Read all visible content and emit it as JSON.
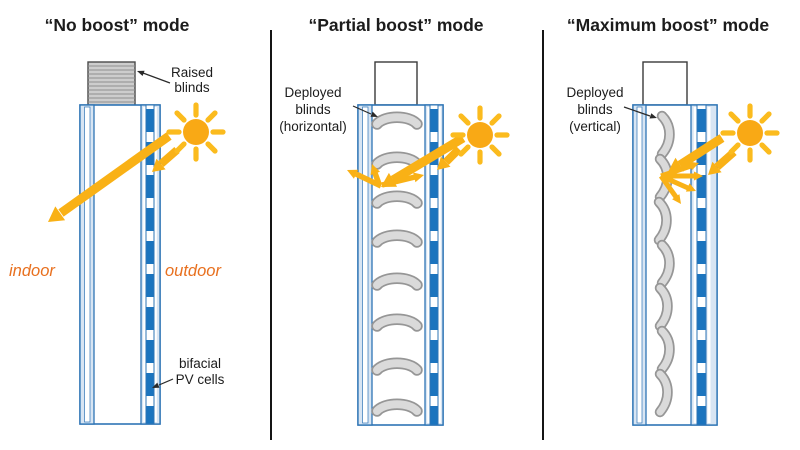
{
  "colors": {
    "frame_blue": "#2E74B5",
    "pv_blue": "#1B74BE",
    "glass_light_blue": "#D8E5F3",
    "sun_yellow": "#F9A915",
    "ray_yellow": "#FBBB1E",
    "arrow_yellow": "#F9B116",
    "blind_gray_fill": "#DADADA",
    "blind_gray_edge": "#969696",
    "box_gray": "#CDCDCD",
    "stripe_gray": "#8F8F8F",
    "zone_orange": "#E8701F",
    "text_black": "#1C1C1C",
    "divider_black": "#151515"
  },
  "panels": [
    {
      "title": "“No boost” mode",
      "blinds_label_lines": [
        "Raised",
        "blinds"
      ],
      "indoor_label": "indoor",
      "outdoor_label": "outdoor",
      "pv_label_lines": [
        "bifacial",
        "PV cells"
      ]
    },
    {
      "title": "“Partial boost” mode",
      "blinds_label_lines": [
        "Deployed",
        "blinds",
        "(horizontal)"
      ]
    },
    {
      "title": "“Maximum boost” mode",
      "blinds_label_lines": [
        "Deployed",
        "blinds",
        "(vertical)"
      ]
    }
  ]
}
